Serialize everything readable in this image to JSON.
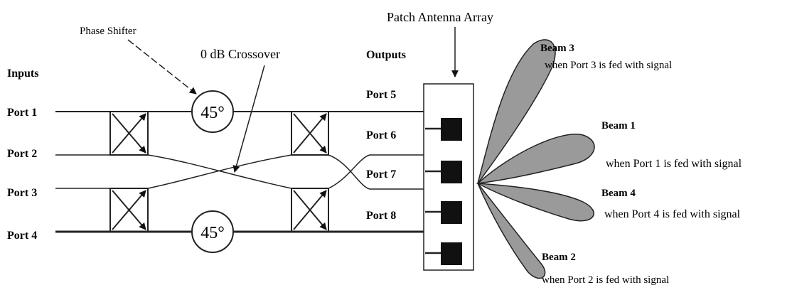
{
  "labels": {
    "phase_shifter": "Phase Shifter",
    "crossover": "0 dB Crossover",
    "array": "Patch Antenna Array",
    "inputs": "Inputs",
    "outputs": "Outputs"
  },
  "inputs": [
    "Port 1",
    "Port 2",
    "Port 3",
    "Port 4"
  ],
  "outputs": [
    "Port 5",
    "Port 6",
    "Port 7",
    "Port 8"
  ],
  "shifters": [
    "45°",
    "45°"
  ],
  "beams": [
    {
      "title": "Beam 3",
      "caption": "when Port 3 is fed with signal"
    },
    {
      "title": "Beam 1",
      "caption": "when Port 1 is fed with signal"
    },
    {
      "title": "Beam 4",
      "caption": "when Port 4 is fed with signal"
    },
    {
      "title": "Beam 2",
      "caption": "when Port 2 is fed with signal"
    }
  ],
  "colors": {
    "beam_fill": "#9a9a9a",
    "ink": "#111111"
  }
}
